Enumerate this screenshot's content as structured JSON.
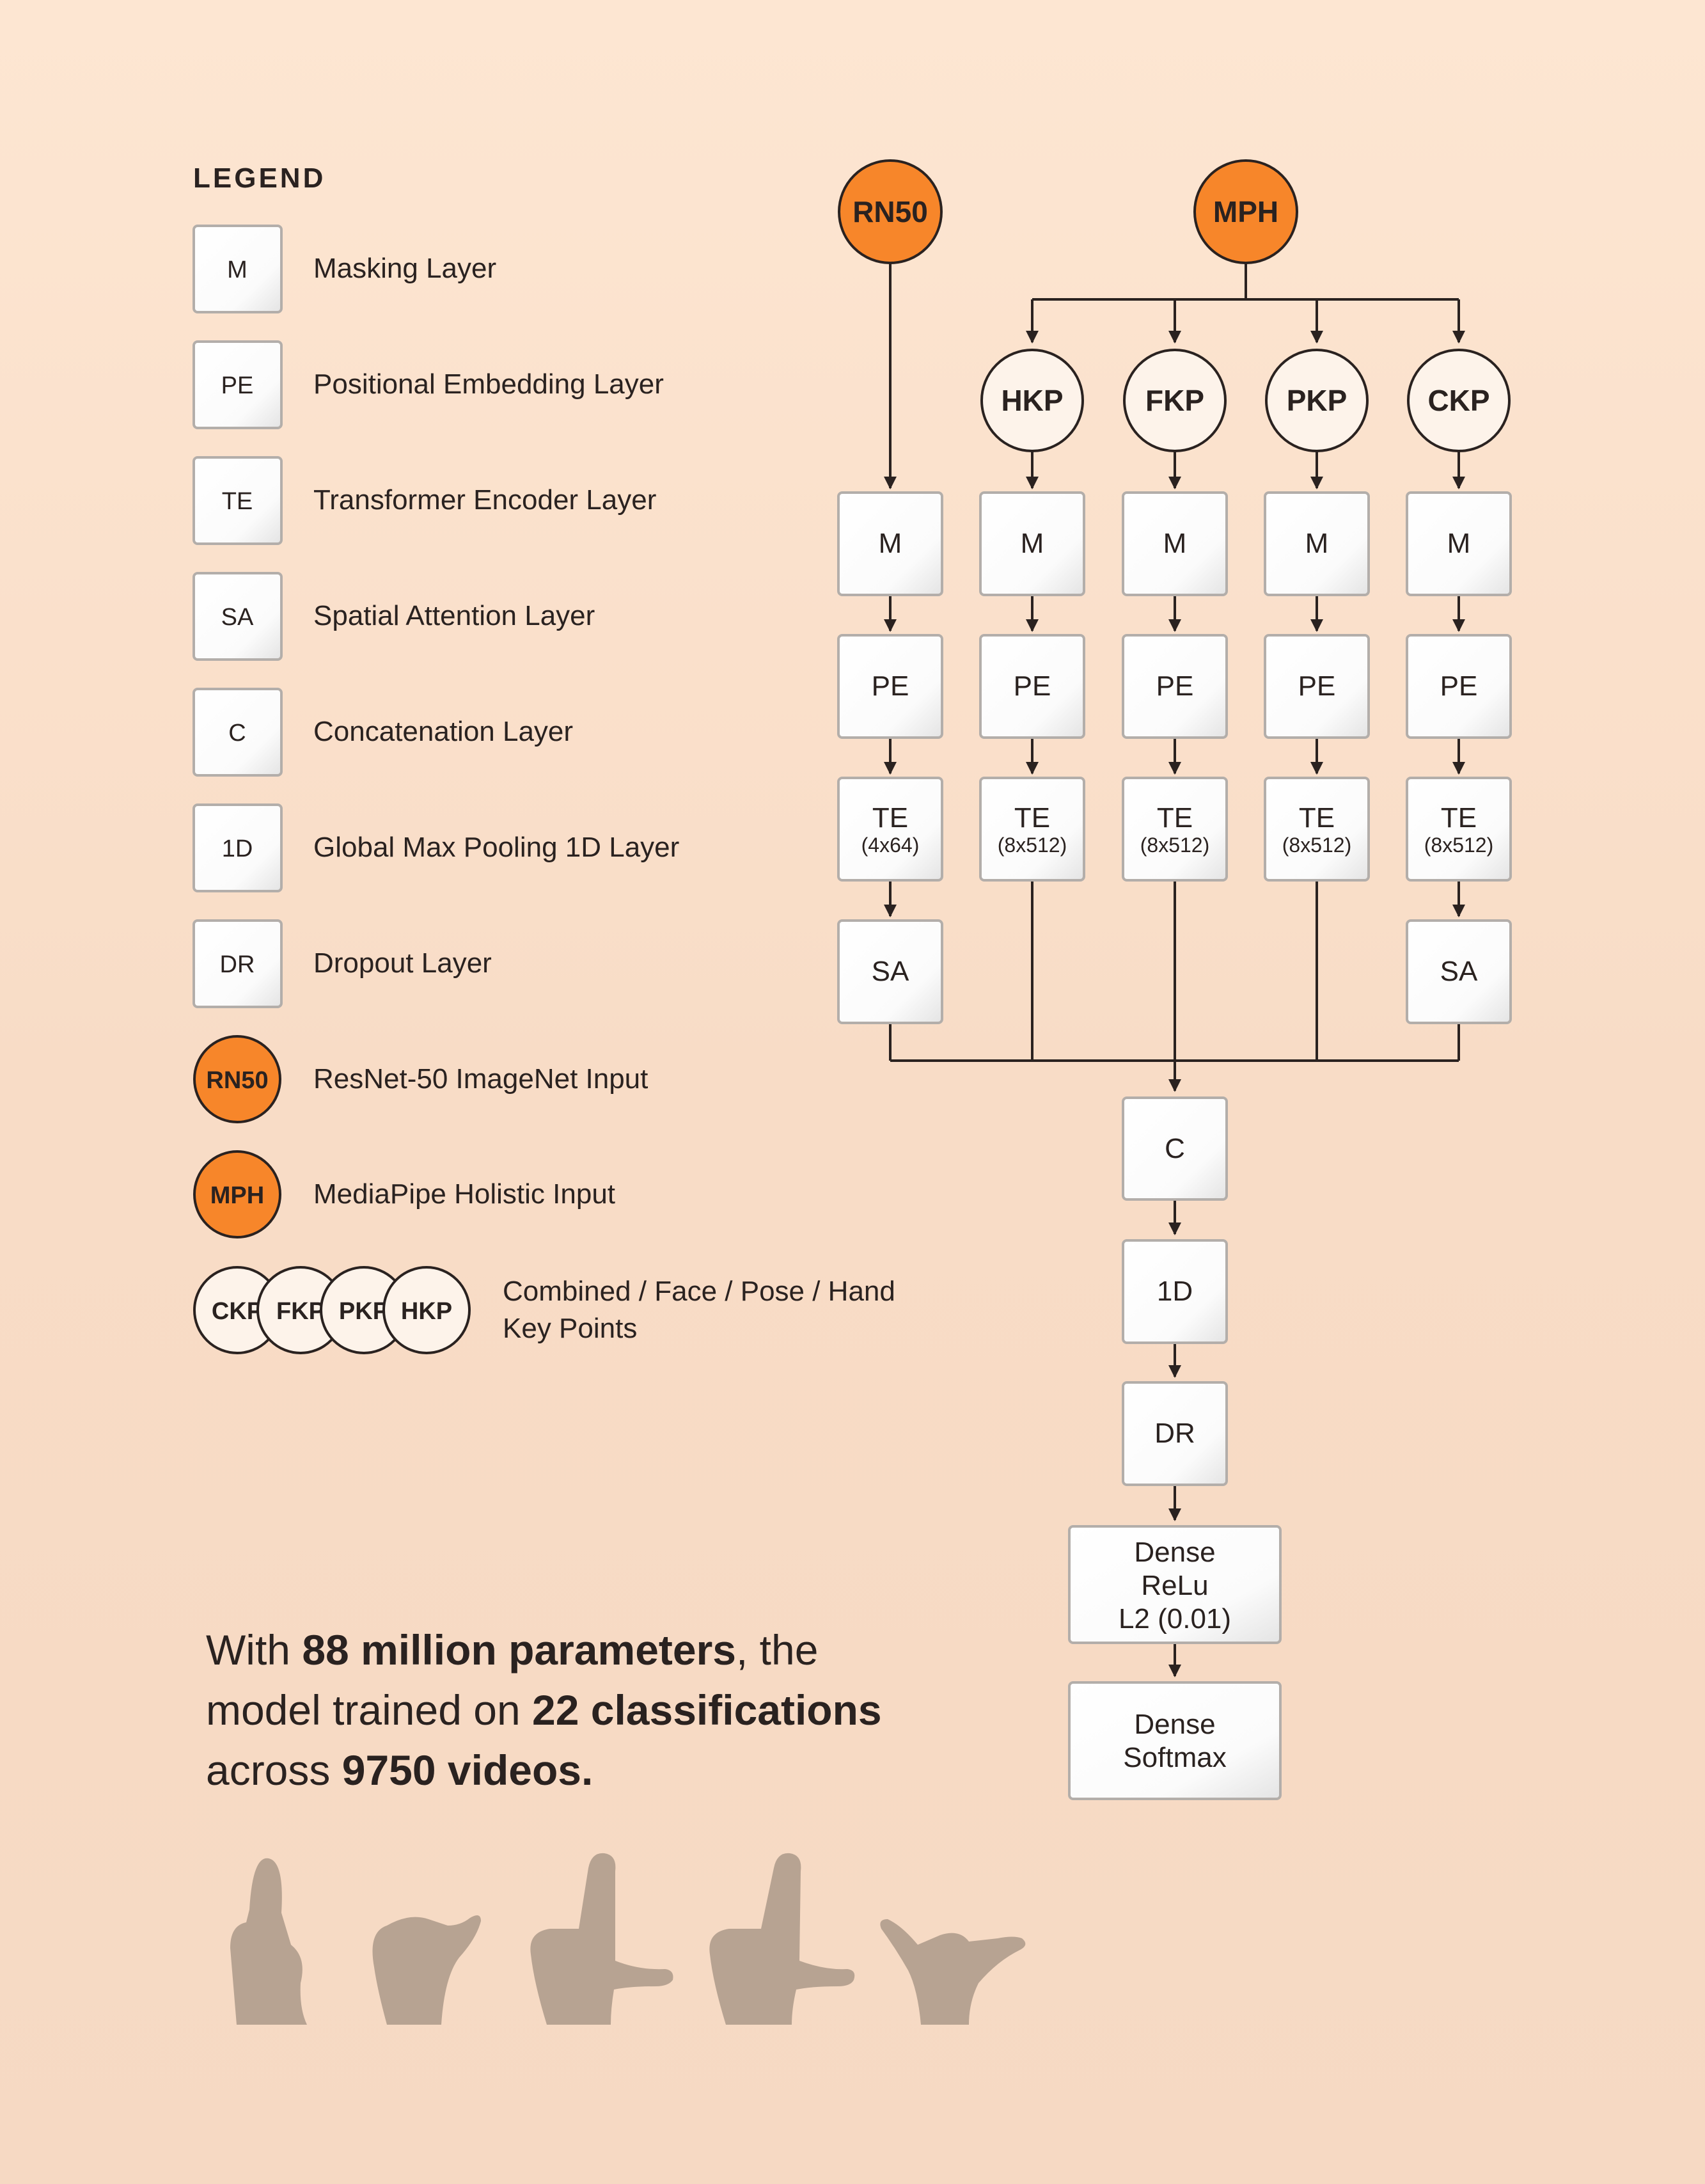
{
  "legend": {
    "title": "LEGEND",
    "items": [
      {
        "abbr": "M",
        "label": "Masking Layer",
        "kind": "box"
      },
      {
        "abbr": "PE",
        "label": "Positional Embedding Layer",
        "kind": "box"
      },
      {
        "abbr": "TE",
        "label": "Transformer Encoder Layer",
        "kind": "box"
      },
      {
        "abbr": "SA",
        "label": "Spatial Attention Layer",
        "kind": "box"
      },
      {
        "abbr": "C",
        "label": "Concatenation Layer",
        "kind": "box"
      },
      {
        "abbr": "1D",
        "label": "Global Max Pooling 1D Layer",
        "kind": "box"
      },
      {
        "abbr": "DR",
        "label": "Dropout Layer",
        "kind": "box"
      },
      {
        "abbr": "RN50",
        "label": "ResNet-50 ImageNet Input",
        "kind": "input"
      },
      {
        "abbr": "MPH",
        "label": "MediaPipe Holistic Input",
        "kind": "input"
      }
    ],
    "keypoints": {
      "abbrs": [
        "CKP",
        "FKP",
        "PKP",
        "HKP"
      ],
      "label_line1": "Combined / Face / Pose / Hand",
      "label_line2": "Key Points"
    }
  },
  "diagram": {
    "inputs": [
      "RN50",
      "MPH"
    ],
    "keypoint_nodes": [
      "HKP",
      "FKP",
      "PKP",
      "CKP"
    ],
    "layers": {
      "mask": "M",
      "pos_embed": "PE",
      "encoder": "TE",
      "spatial": "SA",
      "concat": "C",
      "pool": "1D",
      "dropout": "DR"
    },
    "encoder_dims": [
      "(4x64)",
      "(8x512)",
      "(8x512)",
      "(8x512)",
      "(8x512)"
    ],
    "dense1": [
      "Dense",
      "ReLu",
      "L2 (0.01)"
    ],
    "dense2": [
      "Dense",
      "Softmax"
    ]
  },
  "summary": {
    "line1_pre": "With ",
    "line1_bold": "88 million parameters",
    "line1_post": ", the",
    "line2_pre": "model trained on ",
    "line2_bold": "22 classifications",
    "line3_pre": "across ",
    "line3_bold": "9750 videos."
  },
  "hand_icons": [
    "crossed-fingers-hand-icon",
    "thumb-hand-icon",
    "l-shape-hand-icon",
    "l-shape-hand-icon",
    "y-shape-hand-icon"
  ],
  "colors": {
    "input_fill": "#f7862a",
    "keypoint_fill": "#fdf3ea",
    "box_border": "#b3aeaa",
    "line": "#2a2220",
    "hand": "#b7a392"
  }
}
